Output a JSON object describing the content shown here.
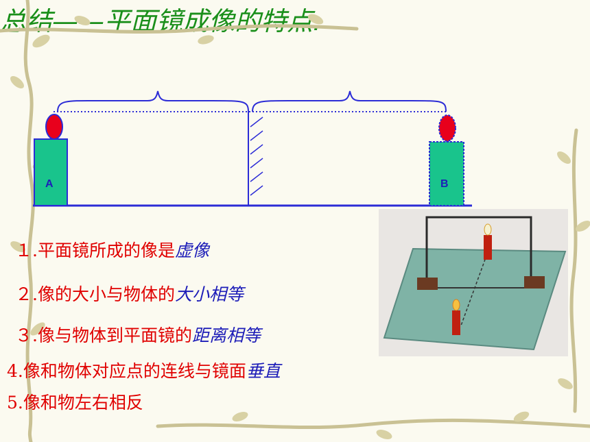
{
  "title": "总结——平面镜成像的特点:",
  "diagram": {
    "label_a": "A",
    "label_b": "B"
  },
  "points": [
    {
      "num": "１.",
      "text": "平面镜所成的像是",
      "highlight": "虚像"
    },
    {
      "num": "２.",
      "text": "像的大小与物体的",
      "highlight": "大小相等"
    },
    {
      "num": "３.",
      "text": "像与物体到平面镜的",
      "highlight": "距离相等"
    },
    {
      "num": "4.",
      "text": "像和物体对应点的连线与镜面",
      "highlight": "垂直"
    },
    {
      "num": "5.",
      "text": "像和物左右相反",
      "highlight": ""
    }
  ],
  "colors": {
    "title": "#1a8f1a",
    "point_text": "#e00000",
    "highlight": "#1d1db8",
    "candle": "#19c48c",
    "flame": "#e8001c",
    "line": "#2b2bd6"
  }
}
